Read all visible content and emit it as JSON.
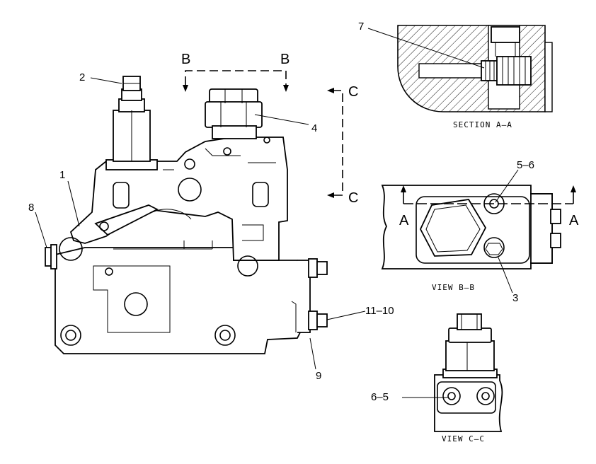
{
  "callouts": {
    "c1": "1",
    "c2": "2",
    "c3": "3",
    "c4": "4",
    "c56": "5–6",
    "c7": "7",
    "c8": "8",
    "c9": "9",
    "c1110": "11–10",
    "c65": "6–5"
  },
  "section_markers": {
    "b_left": "B",
    "b_right": "B",
    "c_top": "C",
    "c_bottom": "C",
    "a_left": "A",
    "a_right": "A"
  },
  "captions": {
    "section_aa": "SECTION A–A",
    "view_bb": "VIEW B–B",
    "view_cc": "VIEW C–C"
  }
}
